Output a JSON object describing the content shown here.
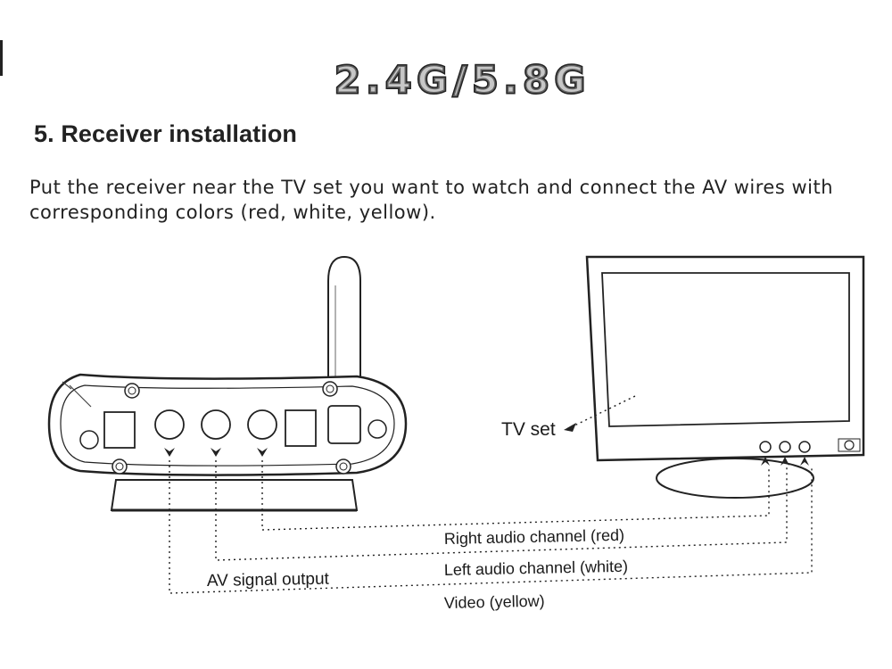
{
  "header": {
    "logo_text": "2.4G/5.8G"
  },
  "section": {
    "heading": "5. Receiver installation",
    "instructions": "Put the receiver near the TV set you want to watch and connect the AV wires with corresponding colors (red, white, yellow)."
  },
  "diagram": {
    "tv_label": "TV set",
    "av_output_label": "AV signal output",
    "channels": [
      {
        "label": "Right audio channel (red)",
        "color": "#c0392b"
      },
      {
        "label": "Left audio channel (white)",
        "color": "#ffffff"
      },
      {
        "label": "Video (yellow)",
        "color": "#f1c40f"
      }
    ]
  },
  "colors": {
    "ink": "#1a1a1a",
    "paper": "#ffffff"
  }
}
